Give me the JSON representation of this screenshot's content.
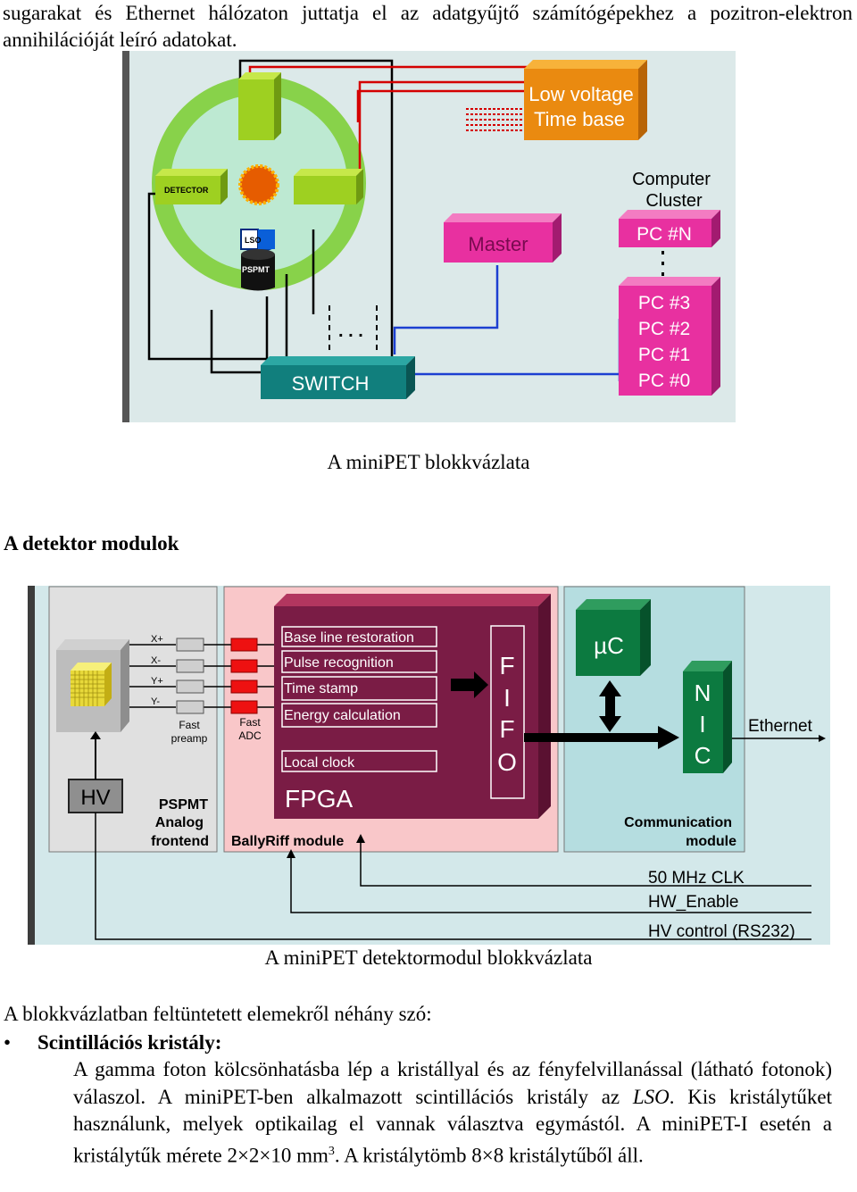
{
  "intro": "sugarakat és Ethernet hálózaton juttatja el az adatgyűjtő számítógépekhez a pozitron-elektron annihilációját leíró adatokat.",
  "fig1": {
    "caption": "A miniPET blokkvázlata",
    "labels": {
      "low_voltage": "Low voltage",
      "time_base": "Time base",
      "computer": "Computer",
      "cluster": "Cluster",
      "detector": "DETECTOR",
      "lso": "LSO",
      "pspmt": "PSPMT",
      "master": "Master",
      "pc_n": "PC #N",
      "pc3": "PC #3",
      "pc2": "PC #2",
      "pc1": "PC #1",
      "pc0": "PC #0",
      "switch": "SWITCH",
      "dots": ". . .",
      "vdots": ":"
    }
  },
  "section_title": "A detektor modulok",
  "fig2": {
    "caption": "A miniPET detektormodul blokkvázlata",
    "labels": {
      "xplus": "X+",
      "xminus": "X-",
      "yplus": "Y+",
      "yminus": "Y-",
      "fast": "Fast",
      "preamp": "preamp",
      "fast_adc_1": "Fast",
      "fast_adc_2": "ADC",
      "hv": "HV",
      "pspmt1": "PSPMT",
      "pspmt2": "Analog",
      "pspmt3": "frontend",
      "baseline": "Base line restoration",
      "pulse": "Pulse recognition",
      "timestamp": "Time stamp",
      "energy": "Energy calculation",
      "localclock": "Local clock",
      "fpga": "FPGA",
      "ballyriff": "BallyRiff module",
      "fifo_f1": "F",
      "fifo_i": "I",
      "fifo_f2": "F",
      "fifo_o": "O",
      "uc": "µC",
      "nic_n": "N",
      "nic_i": "I",
      "nic_c": "C",
      "ethernet": "Ethernet",
      "comm1": "Communication",
      "comm2": "module",
      "clk": "50 MHz CLK",
      "hwen": "HW_Enable",
      "hvctrl": "HV control (RS232)"
    }
  },
  "para_intro": "A blokkvázlatban feltüntetett elemekről néhány szó:",
  "bullet": {
    "marker": "•",
    "title": "Scintillációs kristály:",
    "body_1": "A gamma foton kölcsönhatásba lép a kristállyal és az fényfelvillanással (látható fotonok) válaszol. A miniPET-ben alkalmazott scintillációs kristály az ",
    "body_em": "LSO",
    "body_2": ". Kis kristálytűket használunk, melyek optikailag el vannak választva egymástól. A miniPET-I esetén a kristálytűk mérete 2×2×10 mm",
    "body_sup": "3",
    "body_3": ". A kristálytömb 8×8 kristálytűből áll."
  }
}
